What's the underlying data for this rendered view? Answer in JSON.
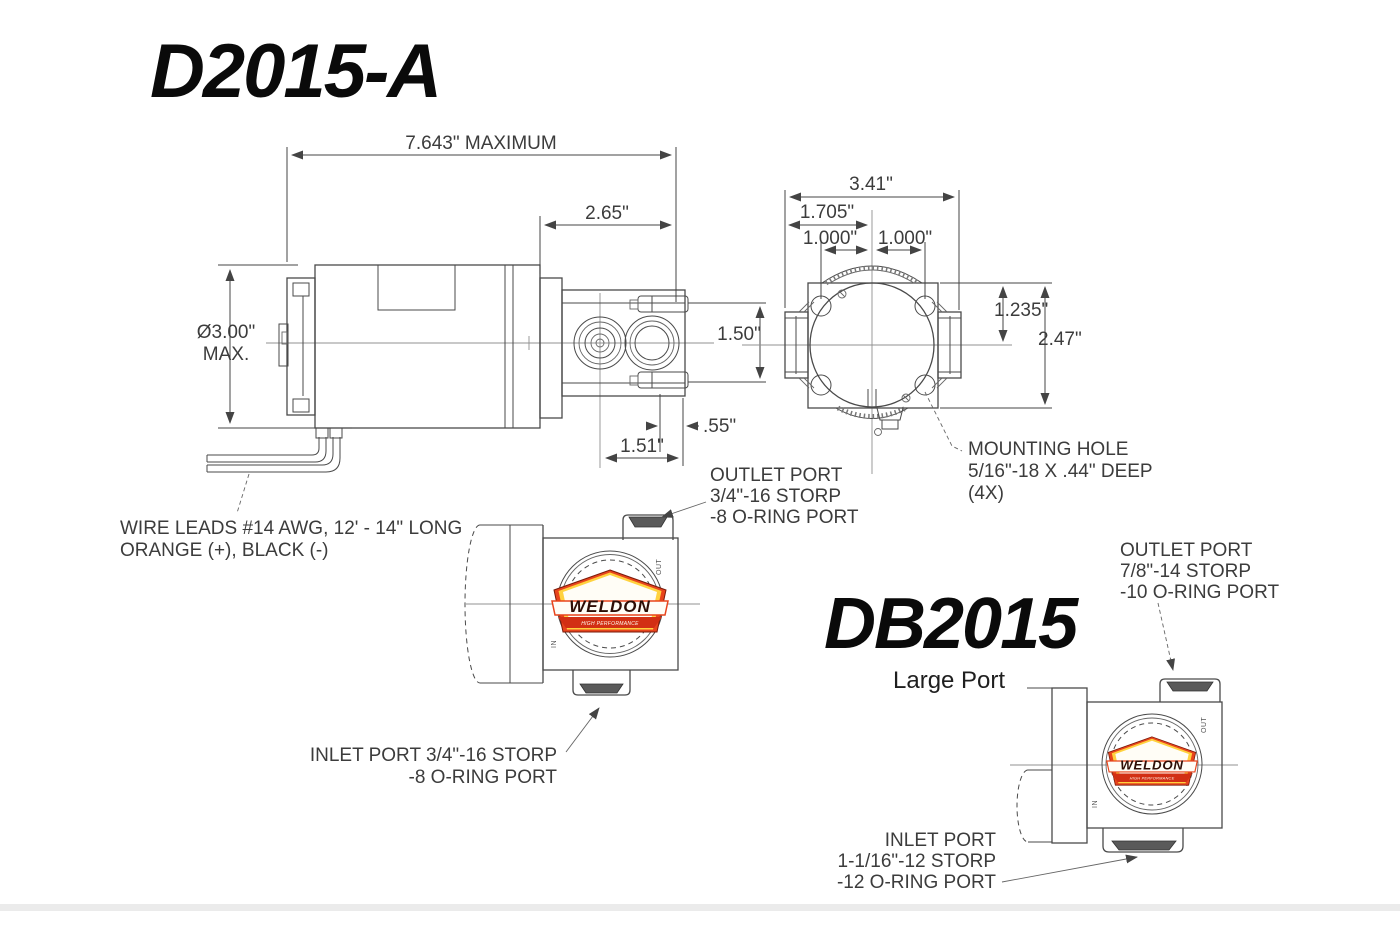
{
  "page": {
    "background": "#ffffff",
    "footer_bar_color": "#ebebeb"
  },
  "titles": {
    "model_a": "D2015-A",
    "model_b": "DB2015",
    "model_b_subtitle": "Large Port"
  },
  "side_view": {
    "dim_overall": "7.643\" MAXIMUM",
    "dim_pump_len": "2.65\"",
    "dim_motor_dia_line1": "Ø3.00\"",
    "dim_motor_dia_line2": "MAX.",
    "dim_port_spacing": "1.50\"",
    "dim_offset_small": ".55\"",
    "dim_offset_large": "1.51\""
  },
  "front_view": {
    "dim_width": "3.41\"",
    "dim_half_width": "1.705\"",
    "dim_hole_left": "1.000\"",
    "dim_hole_right": "1.000\"",
    "dim_half_height": "1.235\"",
    "dim_height": "2.47\"",
    "mounting_note": [
      "MOUNTING HOLE",
      "5/16\"-18 X .44\" DEEP",
      "(4X)"
    ]
  },
  "notes": {
    "wire_leads": [
      "WIRE LEADS #14 AWG, 12' - 14\" LONG",
      "ORANGE (+), BLACK (-)"
    ]
  },
  "pump_a_ports": {
    "outlet": [
      "OUTLET PORT",
      "3/4\"-16 STORP",
      "-8 O-RING PORT"
    ],
    "inlet": [
      "INLET PORT 3/4\"-16 STORP",
      "-8 O-RING PORT"
    ]
  },
  "pump_b_ports": {
    "outlet": [
      "OUTLET PORT",
      "7/8\"-14 STORP",
      "-10 O-RING PORT"
    ],
    "inlet": [
      "INLET PORT",
      "1-1/16\"-12 STORP",
      "-12 O-RING PORT"
    ]
  },
  "logo": {
    "name": "WELDON",
    "tagline": "HIGH PERFORMANCE",
    "colors": {
      "orange": "#e8441c",
      "yellow": "#ffd23f",
      "cream": "#fffdf6",
      "dark": "#2e0e06",
      "band_red": "#d22f14"
    }
  },
  "flow_labels": {
    "out": "OUT",
    "in": "IN"
  },
  "drawing": {
    "line_color": "#4a4a4a",
    "text_color": "#3c3c3c"
  }
}
